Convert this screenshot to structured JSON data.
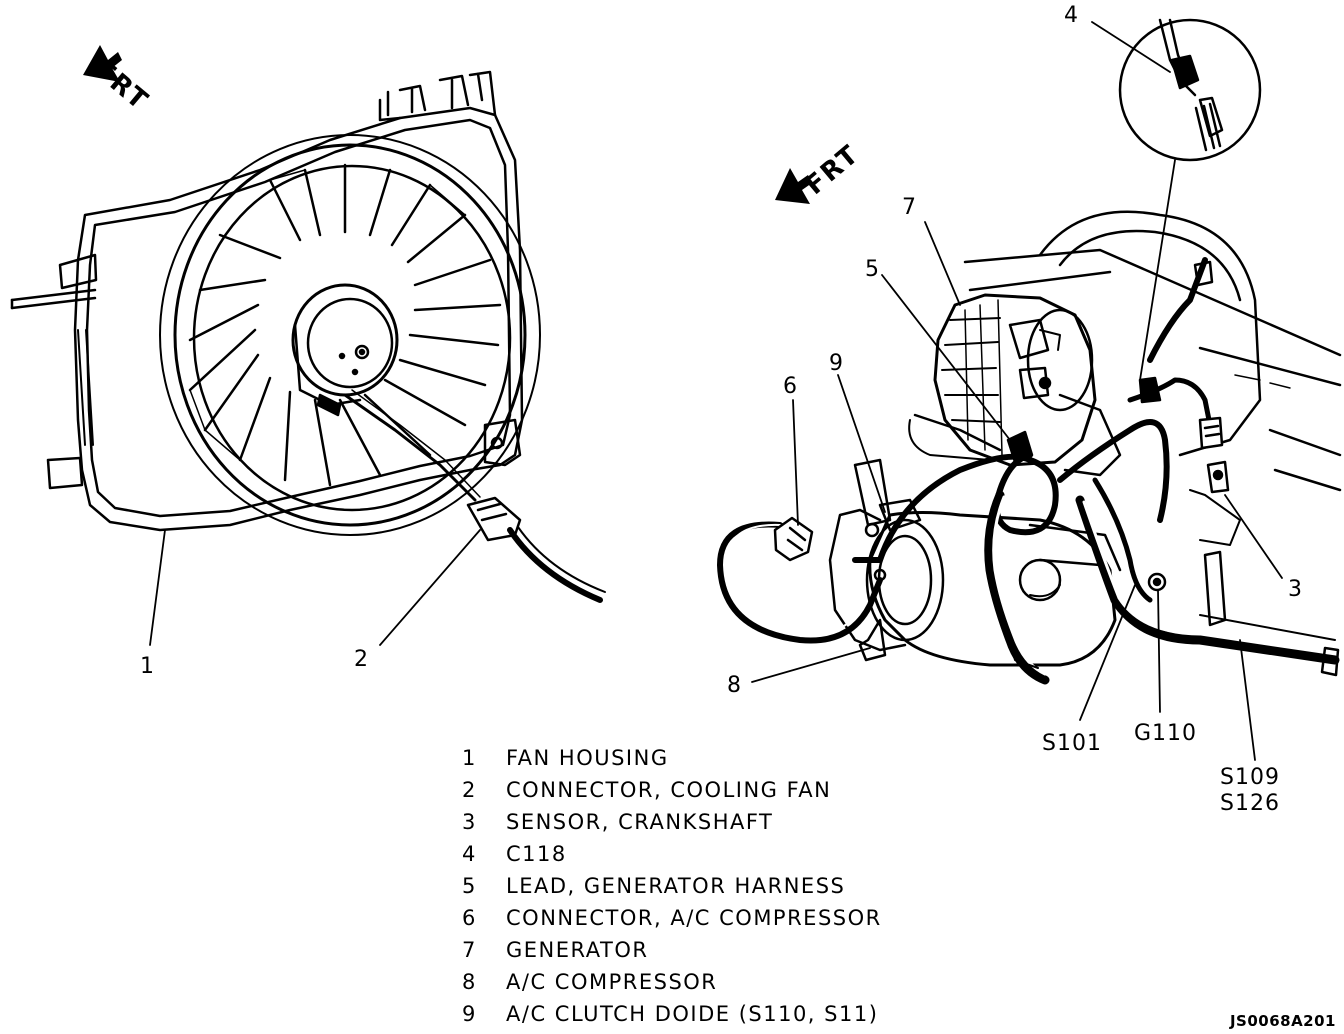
{
  "callouts": {
    "c1": "1",
    "c2": "2",
    "c3": "3",
    "c4": "4",
    "c5": "5",
    "c6": "6",
    "c7": "7",
    "c8": "8",
    "c9": "9",
    "s101": "S101",
    "g110": "G110",
    "s109": "S109",
    "s126": "S126"
  },
  "frt_left": "FRT",
  "frt_right": "FRT",
  "legend": [
    {
      "num": "1",
      "text": "FAN HOUSING"
    },
    {
      "num": "2",
      "text": "CONNECTOR, COOLING FAN"
    },
    {
      "num": "3",
      "text": "SENSOR, CRANKSHAFT"
    },
    {
      "num": "4",
      "text": "C118"
    },
    {
      "num": "5",
      "text": "LEAD, GENERATOR HARNESS"
    },
    {
      "num": "6",
      "text": "CONNECTOR, A/C COMPRESSOR"
    },
    {
      "num": "7",
      "text": "GENERATOR"
    },
    {
      "num": "8",
      "text": "A/C COMPRESSOR"
    },
    {
      "num": "9",
      "text": "A/C CLUTCH DOIDE (S110, S11)"
    }
  ],
  "figure_code": "JS0068A201",
  "colors": {
    "ink": "#000000",
    "paper": "#ffffff"
  }
}
